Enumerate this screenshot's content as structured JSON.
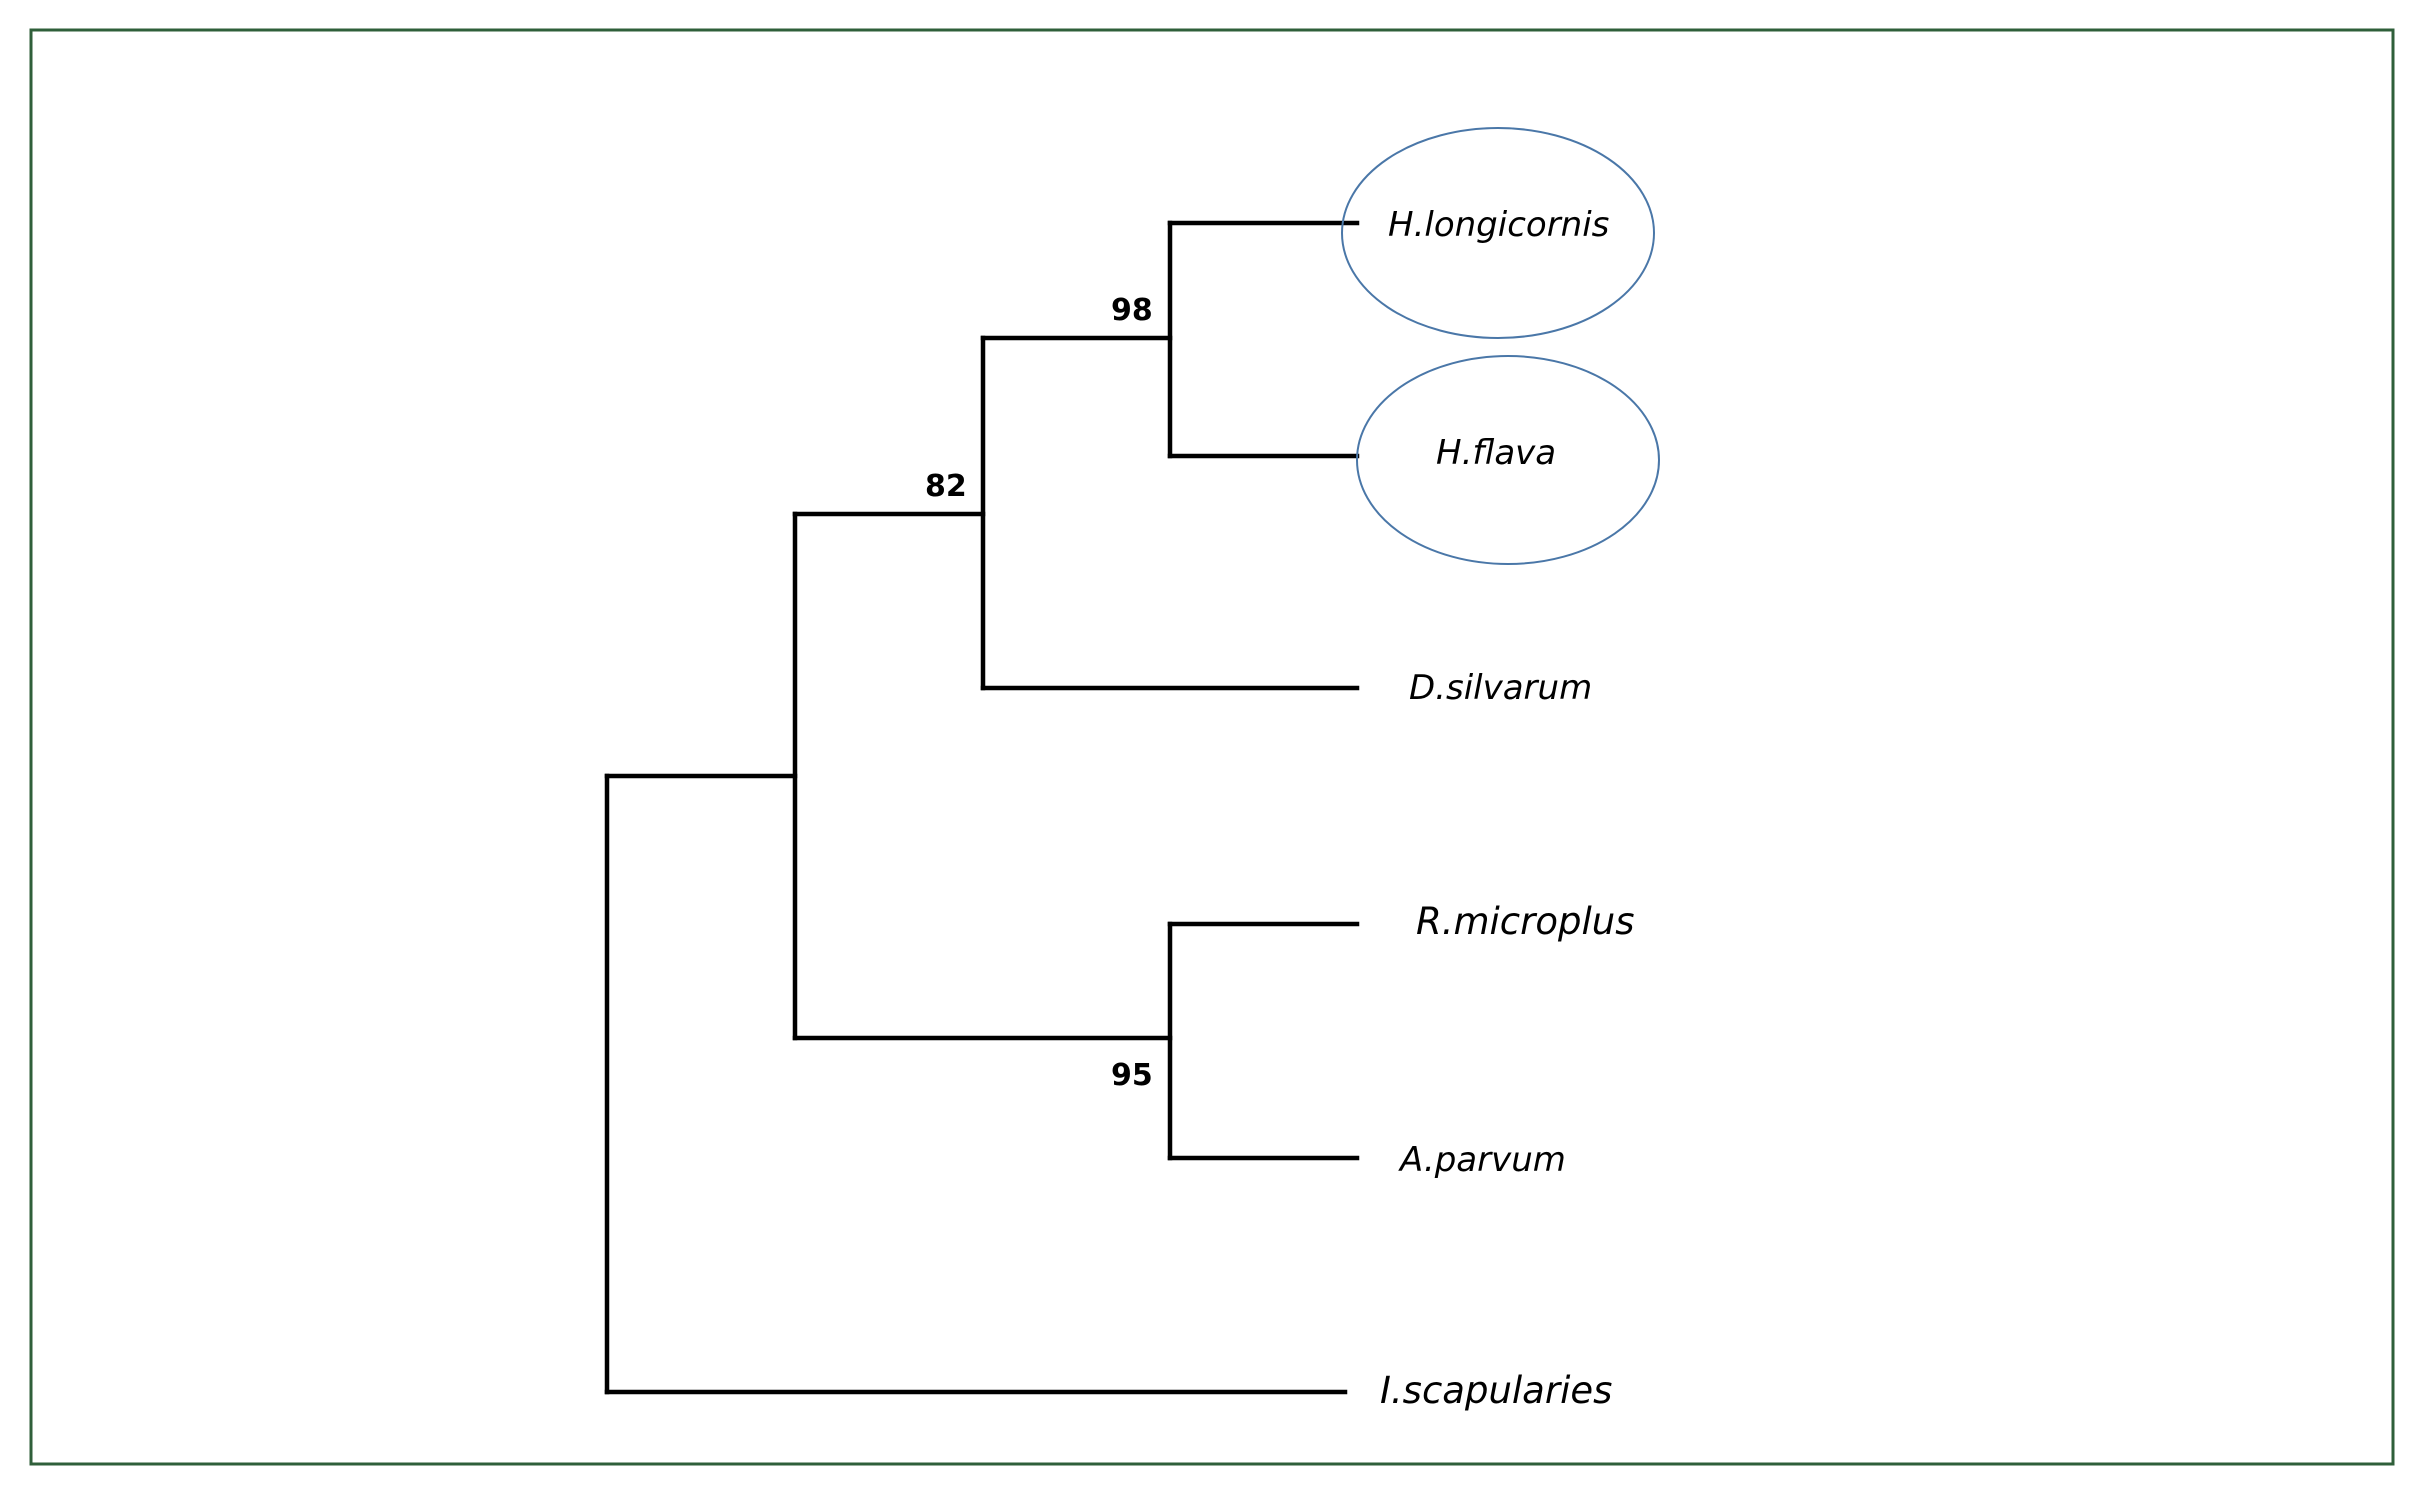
{
  "frame_color": "#2f5f3a",
  "highlight_color": "#4a77a8",
  "taxa": {
    "h_longicornis": "H.longicornis",
    "h_flava": "H.flava",
    "d_silvarum": "D.silvarum",
    "r_microplus": "R.microplus",
    "a_parvum": "A.parvum",
    "i_scapularies": "I.scapularies"
  },
  "support_values": {
    "haemaphysalis_clade": "98",
    "haem_dermacentor_clade": "82",
    "rhipicephalus_amblyomma_clade": "95"
  },
  "highlighted_taxa": [
    "H.longicornis",
    "H.flava"
  ]
}
